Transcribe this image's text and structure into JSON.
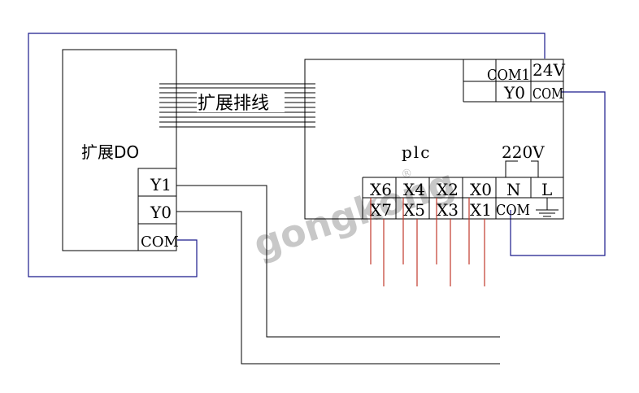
{
  "expansion_module": {
    "title": "扩展DO",
    "terminals": [
      "Y1",
      "Y0",
      "COM"
    ]
  },
  "ribbon_cable": {
    "label": "扩展排线"
  },
  "plc": {
    "title": "plc",
    "power_terminals_top": [
      "COM1",
      "24V"
    ],
    "power_terminals_bottom": [
      "Y0",
      "COM"
    ],
    "supply_label": "220V",
    "input_terminals_top": [
      "X6",
      "X4",
      "X2",
      "X0",
      "N",
      "L"
    ],
    "input_terminals_bottom": [
      "X7",
      "X5",
      "X3",
      "X1",
      "COM"
    ]
  },
  "watermark": {
    "text": "gongkong",
    "mark": "®"
  },
  "colors": {
    "blue_wire": "#1a1a8c",
    "red_wire": "#c0392b",
    "line": "#000000",
    "watermark": "#c8c8c8"
  }
}
